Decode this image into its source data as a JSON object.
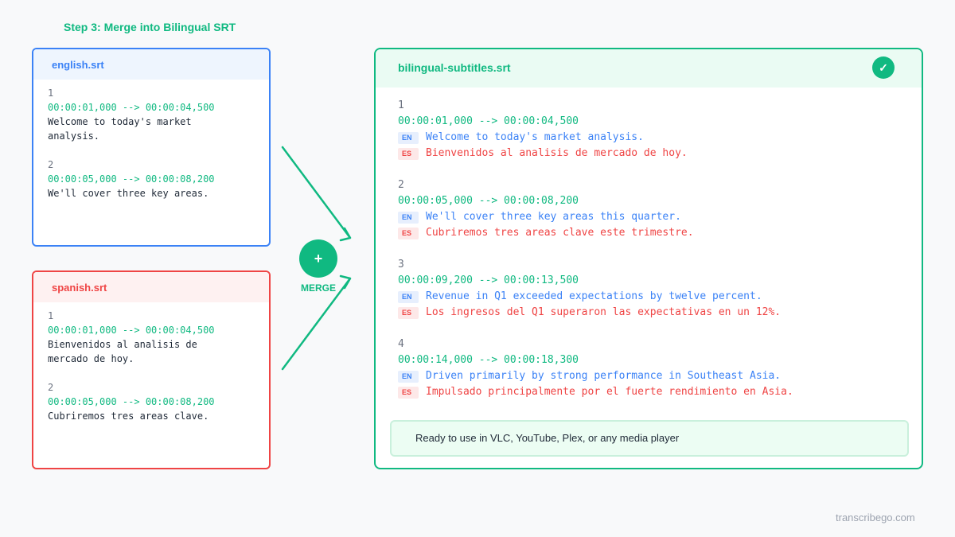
{
  "step_title": "Step 3: Merge into Bilingual SRT",
  "english_file": {
    "filename": "english.srt",
    "cues": [
      {
        "num": "1",
        "time": "00:00:01,000 --> 00:00:04,500",
        "text": "Welcome to today's market\nanalysis."
      },
      {
        "num": "2",
        "time": "00:00:05,000 --> 00:00:08,200",
        "text": "We'll cover three key areas."
      }
    ]
  },
  "spanish_file": {
    "filename": "spanish.srt",
    "cues": [
      {
        "num": "1",
        "time": "00:00:01,000 --> 00:00:04,500",
        "text": "Bienvenidos al analisis de\nmercado de hoy."
      },
      {
        "num": "2",
        "time": "00:00:05,000 --> 00:00:08,200",
        "text": "Cubriremos tres areas clave."
      }
    ]
  },
  "merge": {
    "symbol": "+",
    "label": "MERGE"
  },
  "output_file": {
    "filename": "bilingual-subtitles.srt",
    "check_icon": "✓",
    "en_tag": "EN",
    "es_tag": "ES",
    "cues": [
      {
        "num": "1",
        "time": "00:00:01,000 --> 00:00:04,500",
        "en": "Welcome to today's market analysis.",
        "es": "Bienvenidos al analisis de mercado de hoy."
      },
      {
        "num": "2",
        "time": "00:00:05,000 --> 00:00:08,200",
        "en": "We'll cover three key areas this quarter.",
        "es": "Cubriremos tres areas clave este trimestre."
      },
      {
        "num": "3",
        "time": "00:00:09,200 --> 00:00:13,500",
        "en": "Revenue in Q1 exceeded expectations by twelve percent.",
        "es": "Los ingresos del Q1 superaron las expectativas en un 12%."
      },
      {
        "num": "4",
        "time": "00:00:14,000 --> 00:00:18,300",
        "en": "Driven primarily by strong performance in Southeast Asia.",
        "es": "Impulsado principalmente por el fuerte rendimiento en Asia."
      }
    ],
    "ready_message": "Ready to use in VLC, YouTube, Plex, or any media player"
  },
  "footer": "transcribego.com",
  "colors": {
    "accent": "#10b981",
    "english": "#3b82f6",
    "spanish": "#ef4444"
  }
}
